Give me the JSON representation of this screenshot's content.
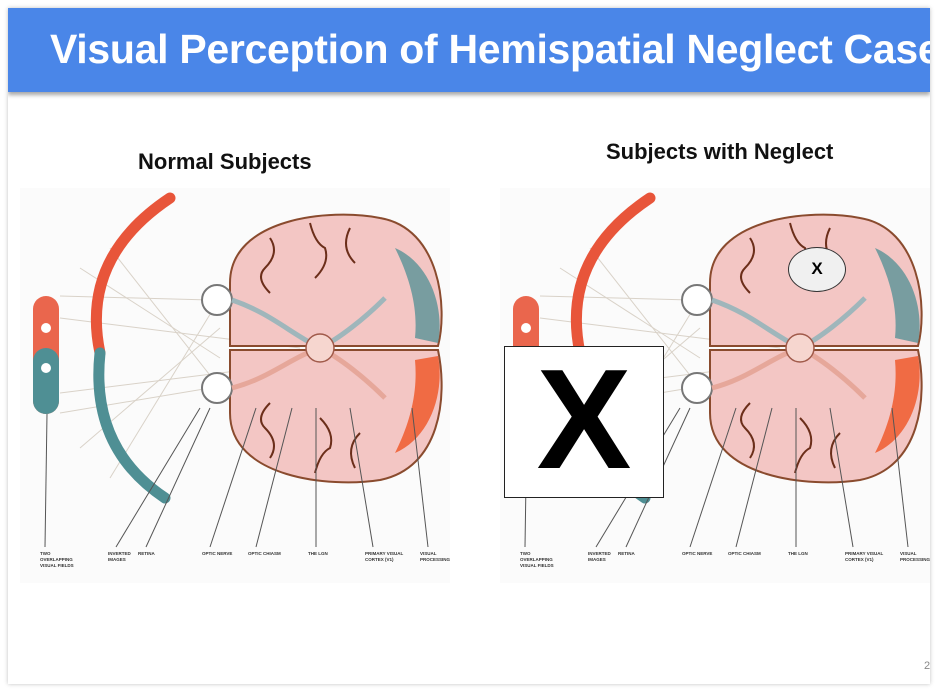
{
  "slide": {
    "title": "Visual Perception of Hemispatial Neglect Case",
    "page_number": "2"
  },
  "panels": {
    "left_title": "Normal Subjects",
    "right_title": "Subjects with Neglect"
  },
  "overlays": {
    "big_x": "X",
    "small_x": "X"
  },
  "colors": {
    "title_bar": "#4a86e8",
    "left_field": "#e8553a",
    "right_field": "#4f8f94",
    "brain_pink": "#f3c6c4",
    "occipital": "#ee5a2e"
  },
  "diagram_labels": [
    [
      "TWO",
      "OVERLAPPING",
      "VISUAL FIELDS"
    ],
    [
      "INVERTED",
      "IMAGES"
    ],
    [
      "RETINA"
    ],
    [
      "OPTIC NERVE"
    ],
    [
      "OPTIC CHIASM"
    ],
    [
      "THE LGN"
    ],
    [
      "PRIMARY VISUAL",
      "CORTEX (V1)"
    ],
    [
      "VISUAL",
      "PROCESSING"
    ]
  ]
}
